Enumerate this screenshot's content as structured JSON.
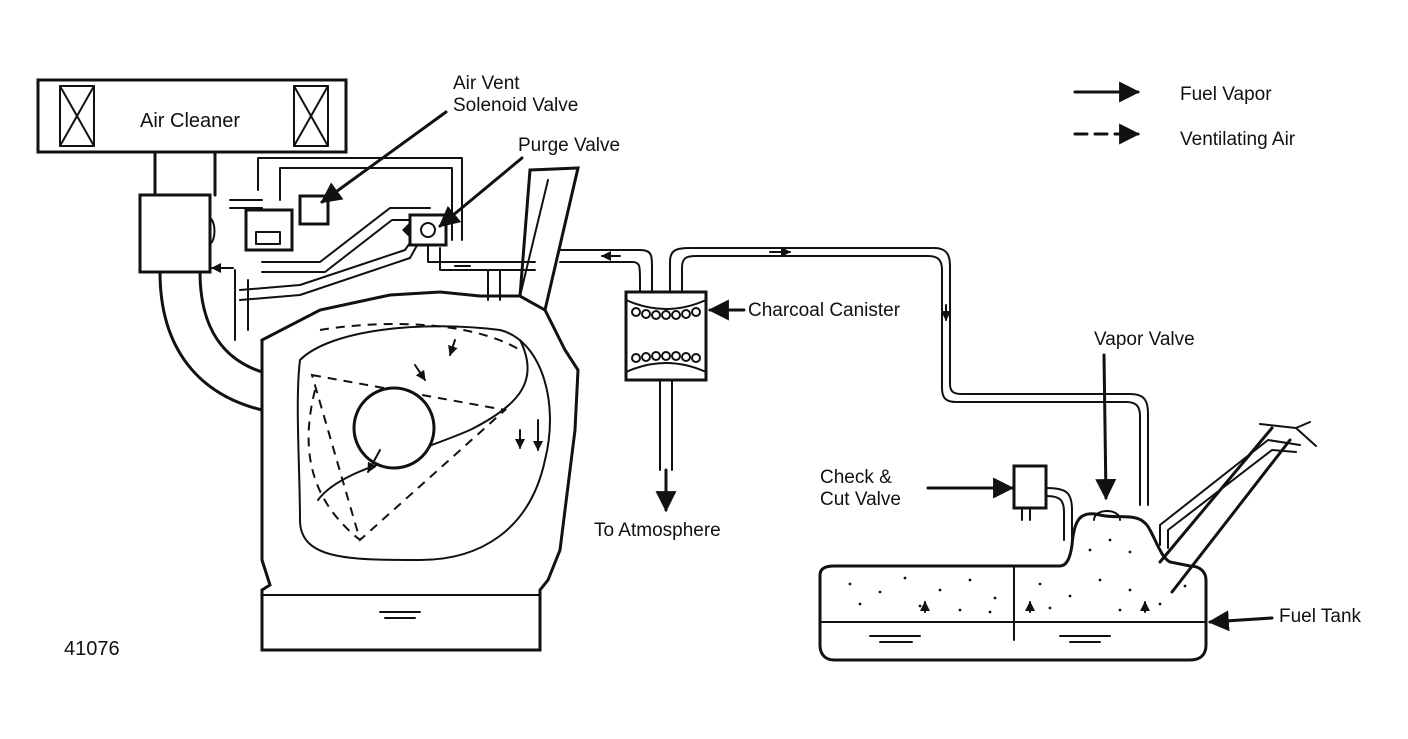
{
  "labels": {
    "air_cleaner": "Air Cleaner",
    "air_vent_line1": "Air Vent",
    "air_vent_line2": "Solenoid Valve",
    "purge_valve": "Purge Valve",
    "charcoal_canister": "Charcoal Canister",
    "to_atmosphere": "To Atmosphere",
    "vapor_valve": "Vapor Valve",
    "check_cut_line1": "Check &",
    "check_cut_line2": "Cut Valve",
    "fuel_tank": "Fuel Tank",
    "figure_number": "41076"
  },
  "legend": {
    "fuel_vapor": "Fuel Vapor",
    "ventilating_air": "Ventilating Air"
  }
}
